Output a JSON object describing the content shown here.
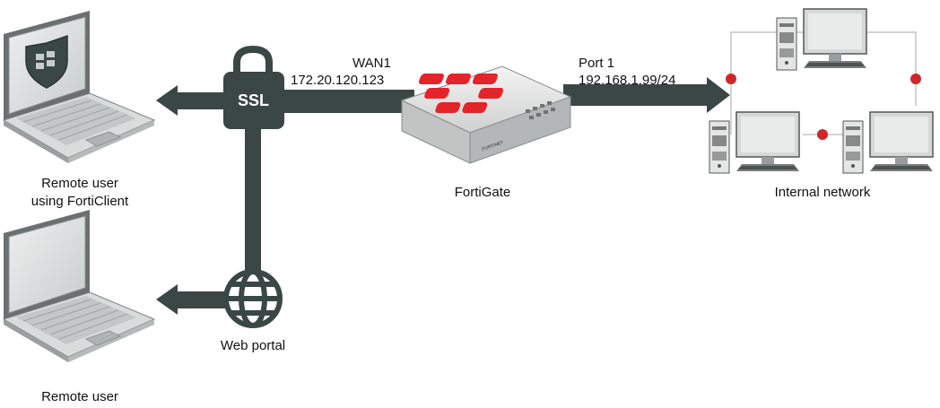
{
  "remote_forticlient": {
    "line1": "Remote user",
    "line2": "using FortiClient"
  },
  "remote_user": {
    "label": "Remote user"
  },
  "ssl": {
    "label": "SSL"
  },
  "web_portal": {
    "label": "Web portal"
  },
  "wan1": {
    "name": "WAN1",
    "ip": "172.20.120.123"
  },
  "port1": {
    "name": "Port 1",
    "ip": "192.168.1.99/24"
  },
  "fortigate": {
    "label": "FortiGate",
    "brand": "FORTINET"
  },
  "internal_network": {
    "label": "Internal network"
  },
  "colors": {
    "link": "#3b4744",
    "node": "#d0262a",
    "logo": "#e3242b"
  }
}
